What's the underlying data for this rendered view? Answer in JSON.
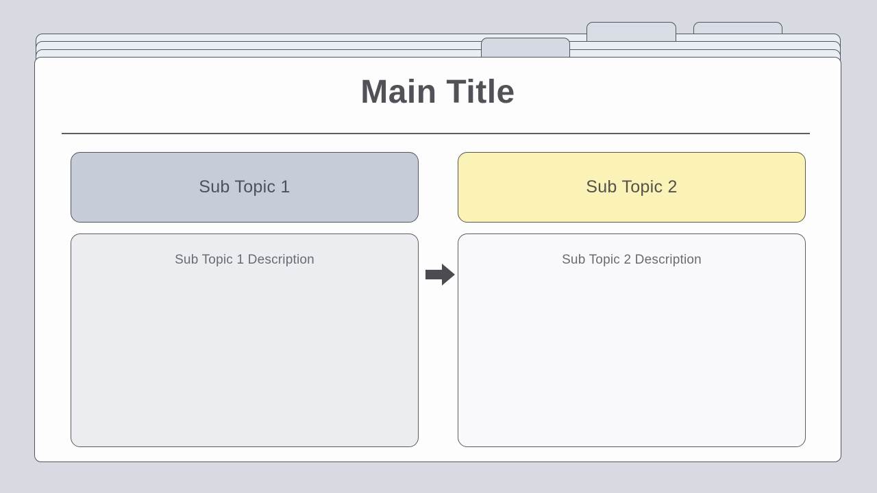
{
  "slide": {
    "title": "Main Title",
    "columns": [
      {
        "topic": "Sub Topic 1",
        "description": "Sub Topic 1 Description"
      },
      {
        "topic": "Sub Topic 2",
        "description": "Sub Topic 2 Description"
      }
    ],
    "icons": {
      "between_columns": "right-arrow"
    },
    "colors": {
      "page_background": "#d7dbe1",
      "stack_sheet_fill": "#e9edf4",
      "folder_tab_fill": "#d7dce5",
      "card_fill": "#fdfdfe",
      "outline": "#54555b",
      "title_text": "#515157",
      "topic1_header_fill": "#c6cdd9",
      "topic1_text": "#4a5160",
      "topic2_header_fill": "#fbf2b7",
      "topic2_text": "#55524b",
      "desc1_box_fill": "#ecedf1",
      "desc2_box_fill": "#f9f8fb",
      "description_text": "#6a6a70",
      "arrow": "#4b4b51"
    }
  }
}
